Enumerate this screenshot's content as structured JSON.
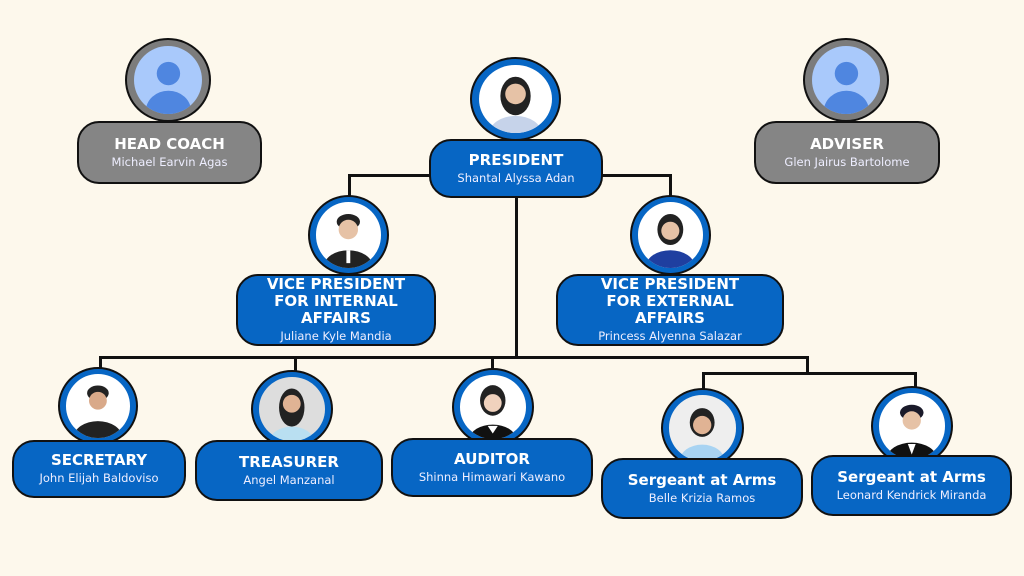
{
  "colors": {
    "primary": "#0766c4",
    "neutral": "#858585",
    "background": "#fdf8ec"
  },
  "head_coach": {
    "title": "HEAD COACH",
    "name": "Michael Earvin Agas"
  },
  "adviser": {
    "title": "ADVISER",
    "name": "Glen Jairus Bartolome"
  },
  "president": {
    "title": "PRESIDENT",
    "name": "Shantal Alyssa Adan"
  },
  "vp_internal": {
    "title": "VICE PRESIDENT FOR INTERNAL AFFAIRS",
    "name": "Juliane Kyle Mandia"
  },
  "vp_external": {
    "title": "VICE PRESIDENT FOR EXTERNAL AFFAIRS",
    "name": "Princess Alyenna Salazar"
  },
  "secretary": {
    "title": "SECRETARY",
    "name": "John Elijah Baldoviso"
  },
  "treasurer": {
    "title": "TREASURER",
    "name": "Angel Manzanal"
  },
  "auditor": {
    "title": "AUDITOR",
    "name": "Shinna Himawari Kawano"
  },
  "sergeant_1": {
    "title": "Sergeant at Arms",
    "name": "Belle Krizia Ramos"
  },
  "sergeant_2": {
    "title": "Sergeant at Arms",
    "name": "Leonard Kendrick Miranda"
  }
}
